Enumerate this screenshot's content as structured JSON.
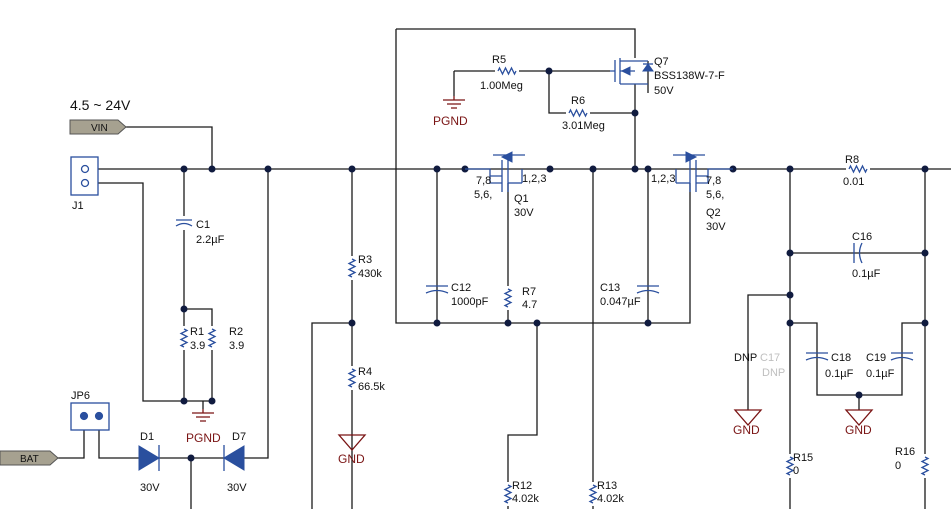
{
  "supply_range": "4.5 ~ 24V",
  "ports": {
    "vin": "VIN",
    "bat": "BAT"
  },
  "connectors": {
    "j1": "J1",
    "jp6": "JP6"
  },
  "capacitors": [
    {
      "ref": "C1",
      "value": "2.2µF"
    },
    {
      "ref": "C12",
      "value": "1000pF"
    },
    {
      "ref": "C13",
      "value": "0.047µF"
    },
    {
      "ref": "C16",
      "value": "0.1µF"
    },
    {
      "ref": "C17",
      "value": "DNP"
    },
    {
      "ref": "C18",
      "value": "0.1µF"
    },
    {
      "ref": "C19",
      "value": "0.1µF"
    }
  ],
  "resistors": [
    {
      "ref": "R1",
      "value": "3.9"
    },
    {
      "ref": "R2",
      "value": "3.9"
    },
    {
      "ref": "R3",
      "value": "430k"
    },
    {
      "ref": "R4",
      "value": "66.5k"
    },
    {
      "ref": "R5",
      "value": "1.00Meg"
    },
    {
      "ref": "R6",
      "value": "3.01Meg"
    },
    {
      "ref": "R7",
      "value": "4.7"
    },
    {
      "ref": "R8",
      "value": "0.01"
    },
    {
      "ref": "R12",
      "value": "4.02k"
    },
    {
      "ref": "R13",
      "value": "4.02k"
    },
    {
      "ref": "R15",
      "value": "0"
    },
    {
      "ref": "R16",
      "value": "0"
    }
  ],
  "diodes": [
    {
      "ref": "D1",
      "value": "30V"
    },
    {
      "ref": "D7",
      "value": "30V"
    }
  ],
  "mosfets": {
    "q1": {
      "ref": "Q1",
      "value": "30V",
      "pins_a": "7,8",
      "pins_b": "5,6,",
      "pins_c": "1,2,3"
    },
    "q2": {
      "ref": "Q2",
      "value": "30V",
      "pins_a": "7,8",
      "pins_b": "5,6,",
      "pins_c": "1,2,3"
    },
    "q7": {
      "ref": "Q7",
      "part": "BSS138W-7-F",
      "value": "50V"
    }
  },
  "dnp_label": "DNP",
  "grounds": {
    "pgnd": "PGND",
    "gnd": "GND"
  },
  "colors": {
    "wire": "#1b1b1b",
    "component": "#2a4f9e",
    "ground": "#7a1414",
    "node": "#101b3f"
  }
}
